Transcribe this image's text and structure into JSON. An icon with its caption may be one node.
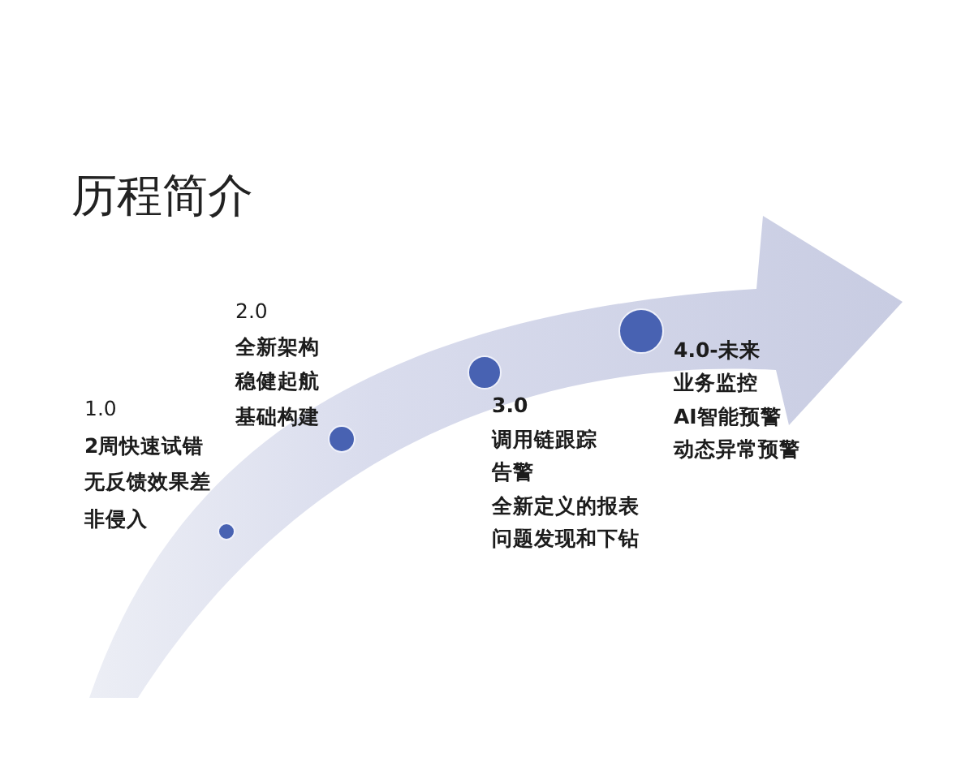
{
  "diagram": {
    "title": "历程简介",
    "nodes": [
      {
        "text": [],
        "shape": "circle",
        "beside": [
          "1.0",
          "2周快速试错",
          "无反馈效果差",
          "非侵入"
        ]
      },
      {
        "text": [],
        "shape": "circle",
        "beside": [
          "2.0",
          "全新架构",
          "稳健起航",
          "基础构建"
        ]
      },
      {
        "text": [],
        "shape": "circle",
        "beside": [
          "3.0",
          "调用链跟踪",
          "告警",
          "全新定义的报表",
          "问题发现和下钻"
        ]
      },
      {
        "text": [],
        "shape": "circle",
        "beside": [
          "4.0-未来",
          "业务监控",
          "AI智能预警",
          "动态异常预警"
        ]
      }
    ]
  }
}
